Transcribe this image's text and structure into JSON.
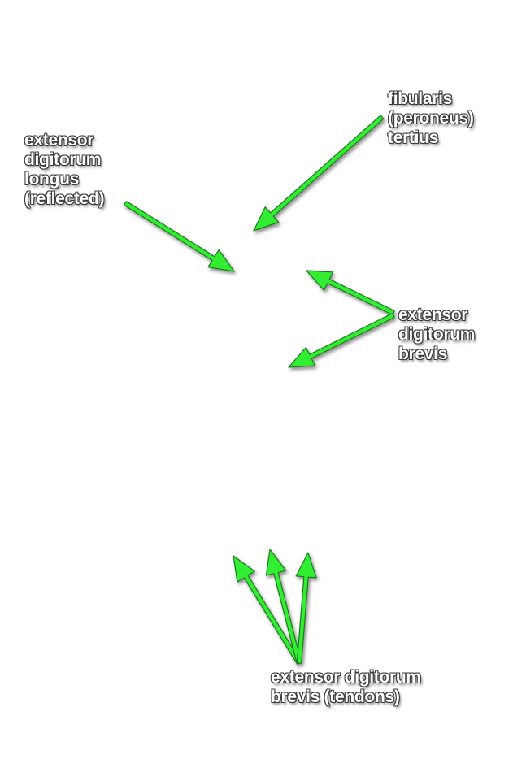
{
  "colors": {
    "arrow": "#33ee33",
    "arrow_outline": "#1d7a1d",
    "label_text": "#ffffff",
    "label_outline": "#3a3a3a"
  },
  "labels": {
    "extensor_digitorum_longus": [
      "extensor",
      "digitorum",
      "longus",
      "(reflected)"
    ],
    "fibularis_tertius": [
      "fibularis",
      "(peroneus)",
      "tertius"
    ],
    "extensor_digitorum_brevis": [
      "extensor",
      "digitorum",
      "brevis"
    ],
    "extensor_digitorum_brevis_tendons": [
      "extensor digitorum",
      "brevis (tendons)"
    ]
  }
}
